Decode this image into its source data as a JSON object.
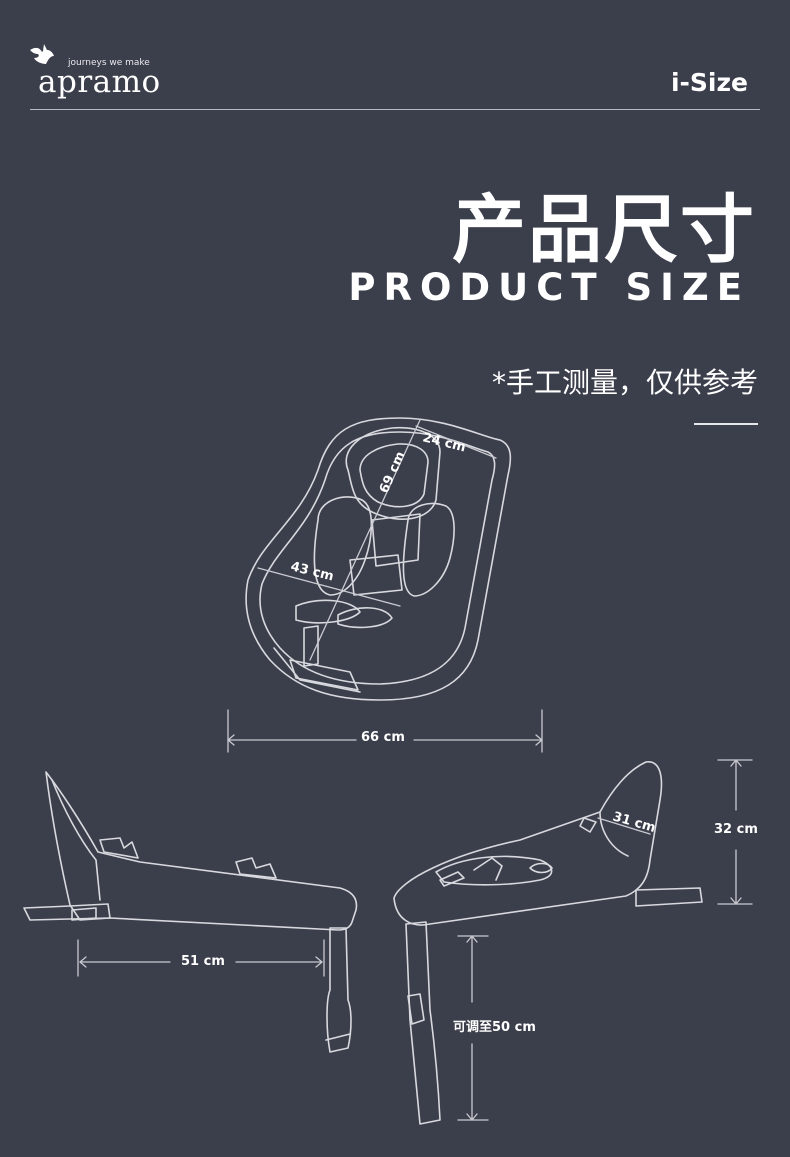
{
  "brand": {
    "name": "apramo",
    "tagline": "journeys we make"
  },
  "header": {
    "badge": "i-Size"
  },
  "title": {
    "cn": "产品尺寸",
    "en": "PRODUCT SIZE"
  },
  "note": "*手工测量，仅供参考",
  "dimensions": {
    "seat_height": "69 cm",
    "seat_headrest_width": "24 cm",
    "seat_width": "43 cm",
    "seat_length": "66 cm",
    "base_length": "51 cm",
    "base_back_angle": "31 cm",
    "base_height": "32 cm",
    "leg_adjust": "可调至50 cm"
  },
  "colors": {
    "background": "#3b3e4b",
    "line": "#d8d9de",
    "text": "#ffffff"
  }
}
